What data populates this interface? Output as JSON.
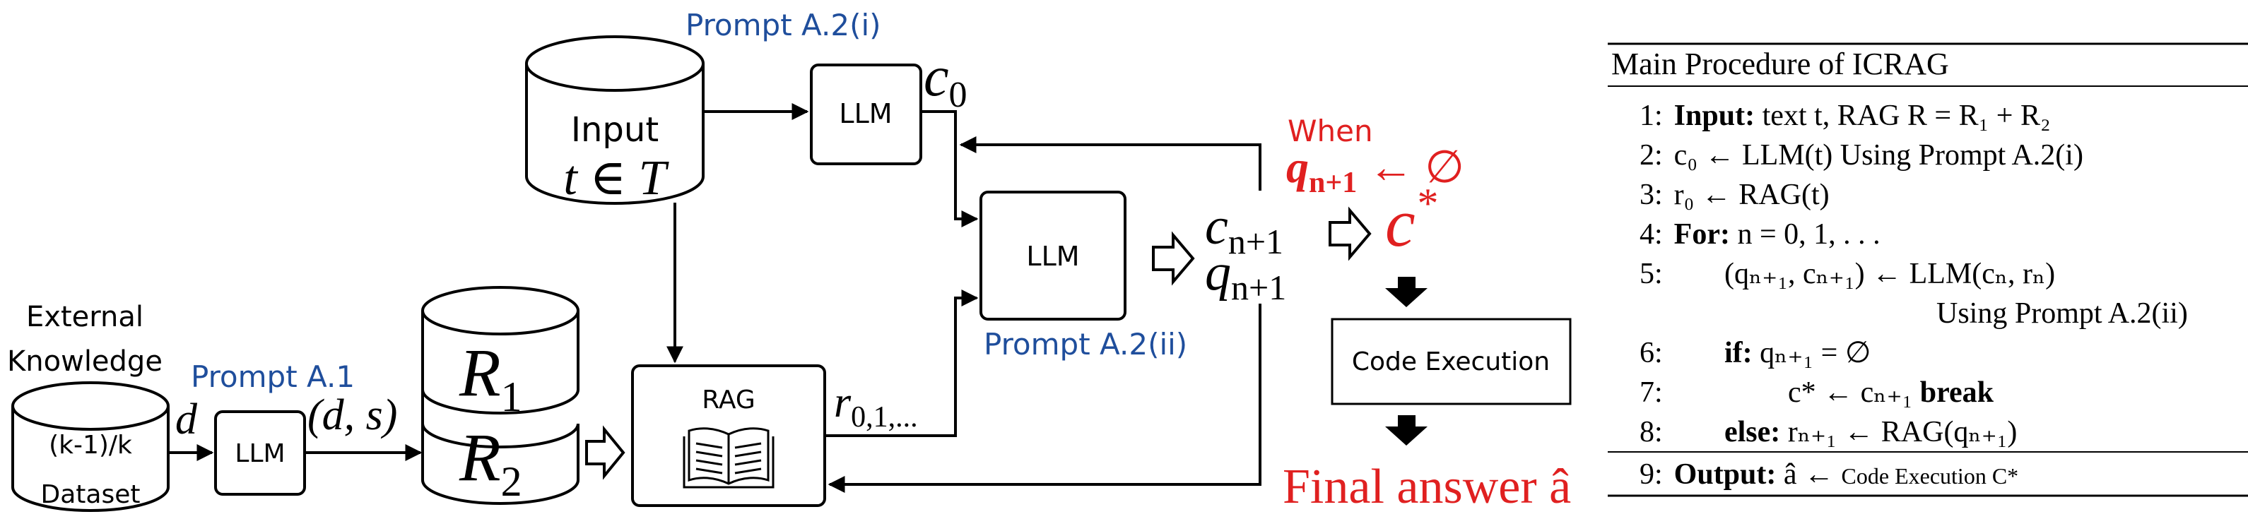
{
  "diagram": {
    "external_knowledge": {
      "line1": "External",
      "line2": "Knowledge"
    },
    "dataset": {
      "line1": "(k-1)/k",
      "line2": "Dataset"
    },
    "input": {
      "label": "Input",
      "formula": "t ∈ T"
    },
    "prompts": {
      "a1": "Prompt A.1",
      "a2i": "Prompt A.2(i)",
      "a2ii": "Prompt A.2(ii)"
    },
    "llm_label": "LLM",
    "rag_label": "RAG",
    "d_label": "d",
    "ds_label": "(d, s)",
    "c0": {
      "base": "c",
      "sub": "0"
    },
    "r_seq": {
      "base": "r",
      "sub": "0,1,..."
    },
    "r1": {
      "base": "R",
      "sub": "1"
    },
    "r2": {
      "base": "R",
      "sub": "2"
    },
    "c_next": {
      "base": "c",
      "sub": "n+1"
    },
    "q_next": {
      "base": "q",
      "sub": "n+1"
    },
    "when": "When",
    "q_empty": {
      "base": "q",
      "sub": "n+1",
      "rest": " ← ∅"
    },
    "c_star": {
      "base": "c",
      "sup": "*"
    },
    "code_execution": "Code Execution",
    "final_answer": "Final answer â"
  },
  "algorithm": {
    "title": "Main Procedure of ICRAG",
    "lines": [
      {
        "num": "1:",
        "bold": "Input:",
        "text": " text t, RAG R = R₁ + R₂"
      },
      {
        "num": "2:",
        "bold": "",
        "text": "c₀ ← LLM(t) Using Prompt A.2(i)"
      },
      {
        "num": "3:",
        "bold": "",
        "text": "r₀ ← RAG(t)"
      },
      {
        "num": "4:",
        "bold": "For:",
        "text": " n = 0, 1, . . ."
      },
      {
        "num": "5:",
        "bold": "",
        "text": "(qₙ₊₁, cₙ₊₁) ← LLM(cₙ, rₙ)"
      },
      {
        "num": "",
        "bold": "",
        "text": "Using Prompt A.2(ii)"
      },
      {
        "num": "6:",
        "bold": "if:",
        "text": " qₙ₊₁ = ∅"
      },
      {
        "num": "7:",
        "bold": "",
        "text": "c* ← cₙ₊₁ ",
        "bold2": "break"
      },
      {
        "num": "8:",
        "bold": "else:",
        "text": "  rₙ₊₁ ← RAG(qₙ₊₁)"
      },
      {
        "num": "9:",
        "bold": "Output:",
        "text": " â ← ",
        "small": "Code Execution C*"
      }
    ]
  }
}
